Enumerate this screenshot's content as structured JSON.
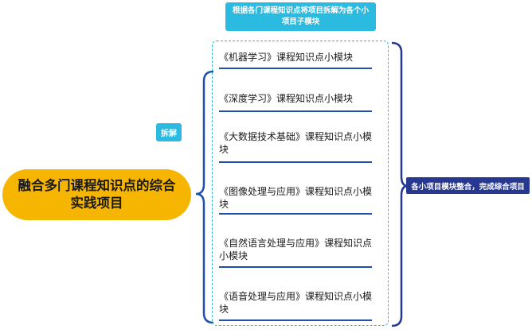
{
  "top_note": "根据各门课程知识点将项目拆解为各个小项目子模块",
  "split_label": "拆解",
  "main_topic": "融合多门课程知识点的综合实践项目",
  "items": [
    "《机器学习》课程知识点小模块",
    "《深度学习》课程知识点小模块",
    "《大数据技术基础》课程知识点小模块",
    "《图像处理与应用》课程知识点小模块",
    "《自然语言处理与应用》课程知识点小模块",
    "《语音处理与应用》课程知识点小模块"
  ],
  "integrate_label": "各小项目模块整合，完成综合项目",
  "colors": {
    "cyan": "#2bbbe0",
    "blue_rule": "#1f4fb0",
    "navy": "#273891",
    "main_node": "#f6b500"
  }
}
